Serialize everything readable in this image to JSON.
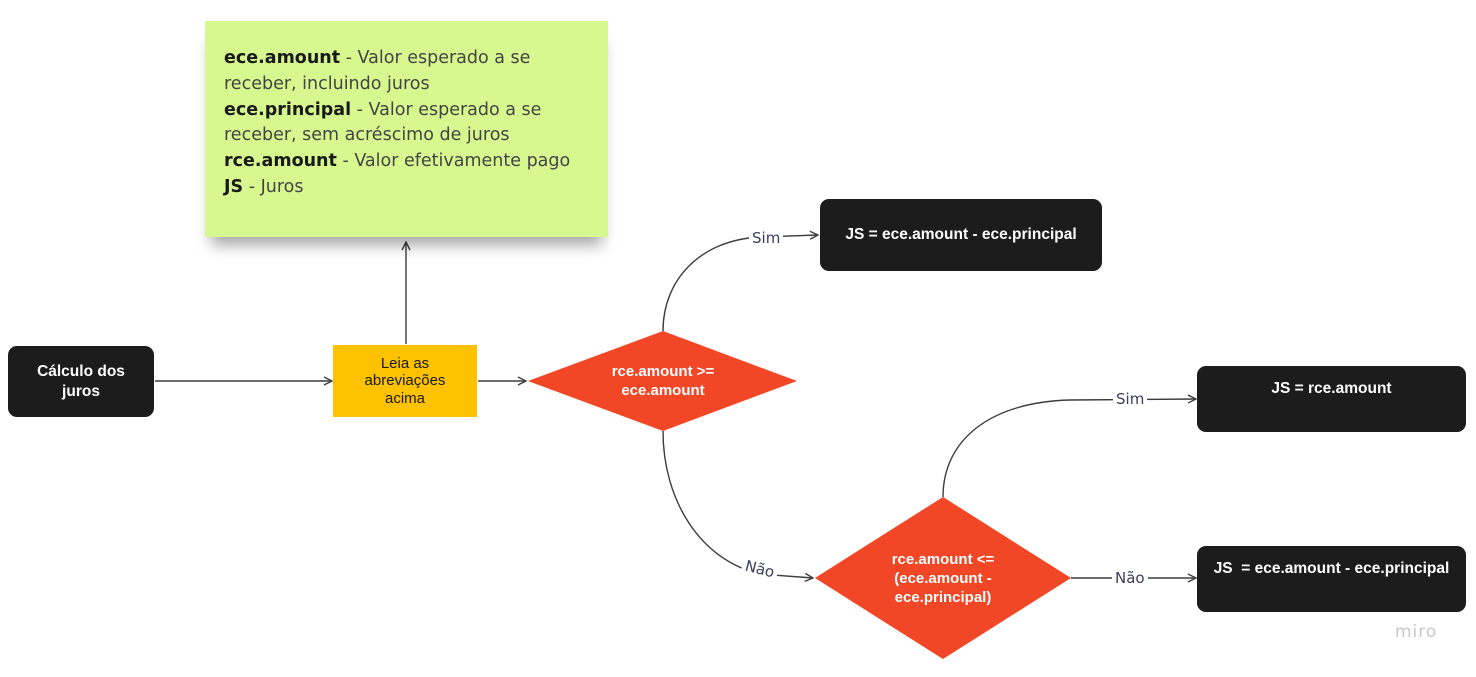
{
  "sticky_note": {
    "lines": [
      {
        "key": "ece.amount",
        "text": " - Valor esperado a se"
      },
      {
        "key": "",
        "text": "receber, incluindo juros"
      },
      {
        "key": "ece.principal",
        "text": " - Valor esperado a se"
      },
      {
        "key": "",
        "text": "receber, sem acréscimo de juros"
      },
      {
        "key": "rce.amount",
        "text": " - Valor efetivamente pago"
      },
      {
        "key": "JS",
        "text": " - Juros"
      }
    ]
  },
  "nodes": {
    "start": "Cálculo dos juros",
    "read": "Leia as abreviações acima",
    "decision1": "rce.amount >= ece.amount",
    "decision2": "rce.amount <= (ece.amount - ece.principal)",
    "result_yes1": "JS = ece.amount - ece.principal",
    "result_yes2": "JS = rce.amount",
    "result_no2": "JS  = ece.amount - ece.principal"
  },
  "edges": {
    "sim1": "Sim",
    "nao1": "Não",
    "sim2": "Sim",
    "nao2": "Não"
  },
  "colors": {
    "sticky": "#d7f78f",
    "terminal": "#1c1c1c",
    "process": "#fcc200",
    "decision": "#f24726",
    "connector": "#3d3d3d"
  },
  "watermark": "miro"
}
